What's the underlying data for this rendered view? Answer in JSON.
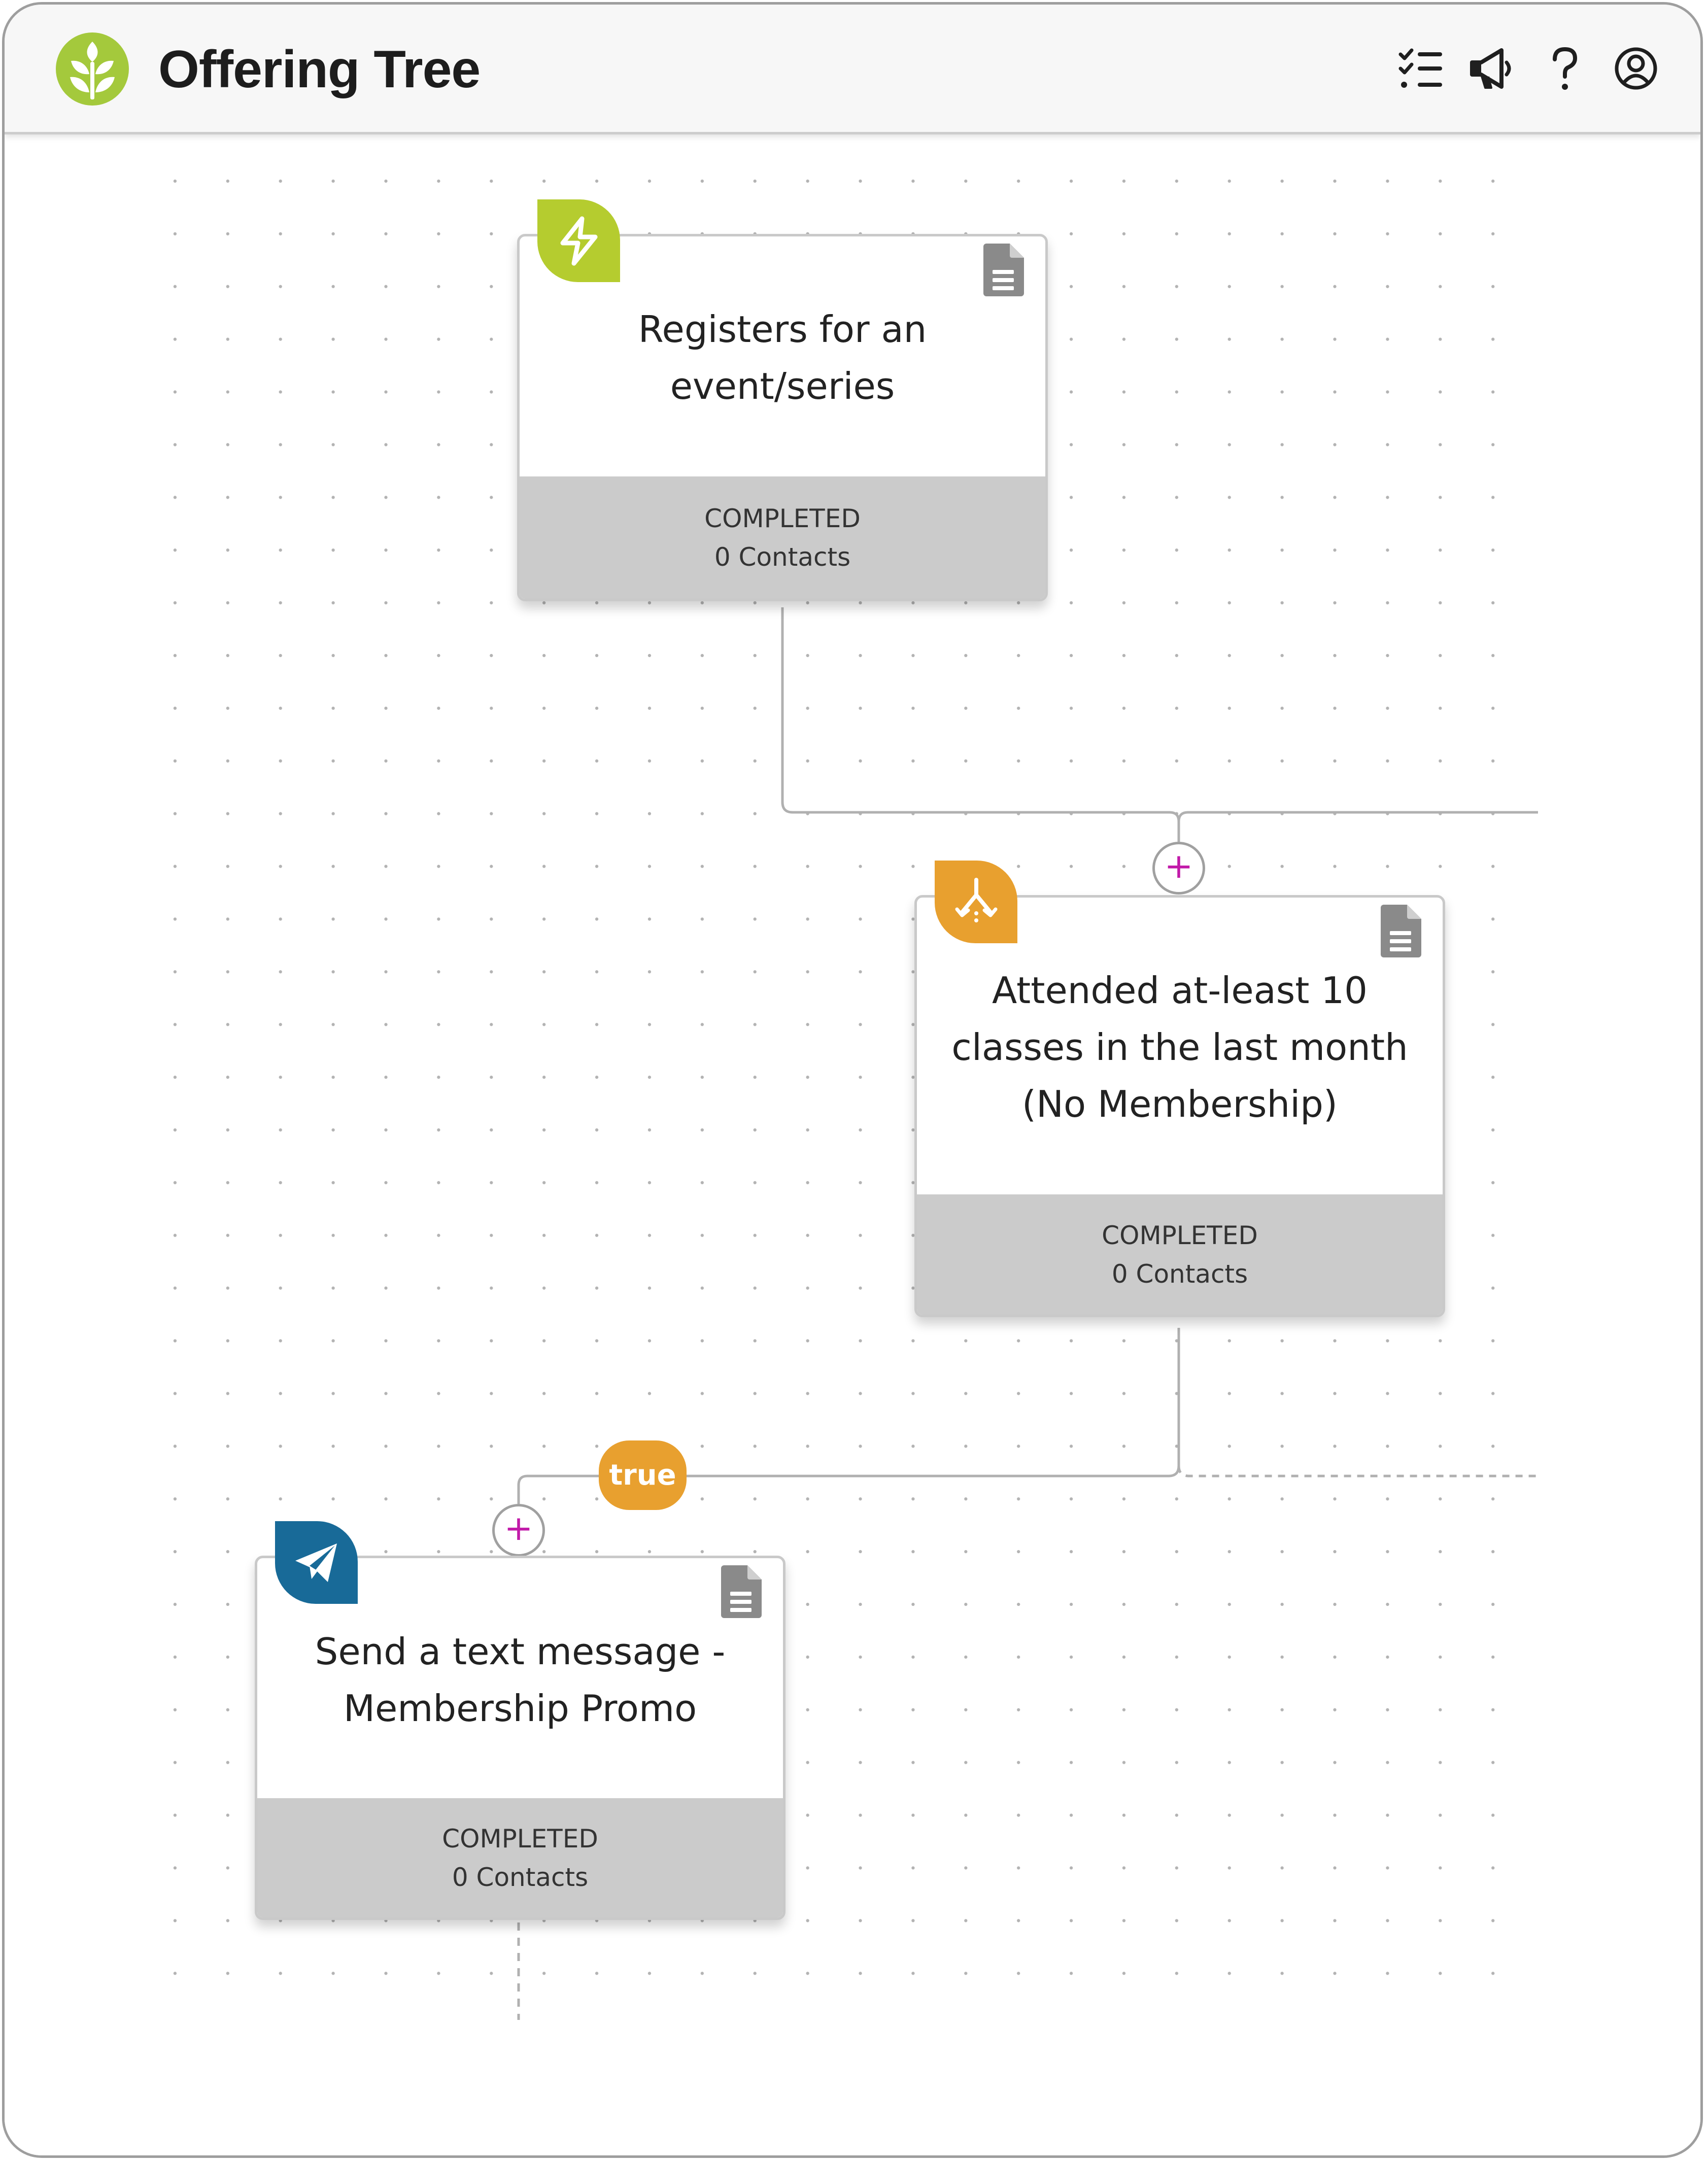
{
  "app": {
    "title": "Offering Tree",
    "brand_color": "#9bc43b"
  },
  "header": {
    "icons": [
      "checklist-icon",
      "megaphone-icon",
      "help-icon",
      "account-icon"
    ]
  },
  "nodes": [
    {
      "title": "Registers for an event/series",
      "status": "COMPLETED",
      "count": "0 Contacts",
      "badge_icon": "lightning-icon",
      "badge_color": "#b5cc2f"
    },
    {
      "title": "Attended at-least 10 classes in the last month (No Membership)",
      "status": "COMPLETED",
      "count": "0 Contacts",
      "badge_icon": "split-icon",
      "badge_color": "#e8a02f"
    },
    {
      "title": "Send a text message - Membership Promo",
      "status": "COMPLETED",
      "count": "0 Contacts",
      "badge_icon": "send-icon",
      "badge_color": "#186a98"
    }
  ],
  "branch": {
    "label": "true",
    "color": "#e8a02f"
  },
  "add_button": {
    "label": "+",
    "color": "#c21aa9"
  }
}
